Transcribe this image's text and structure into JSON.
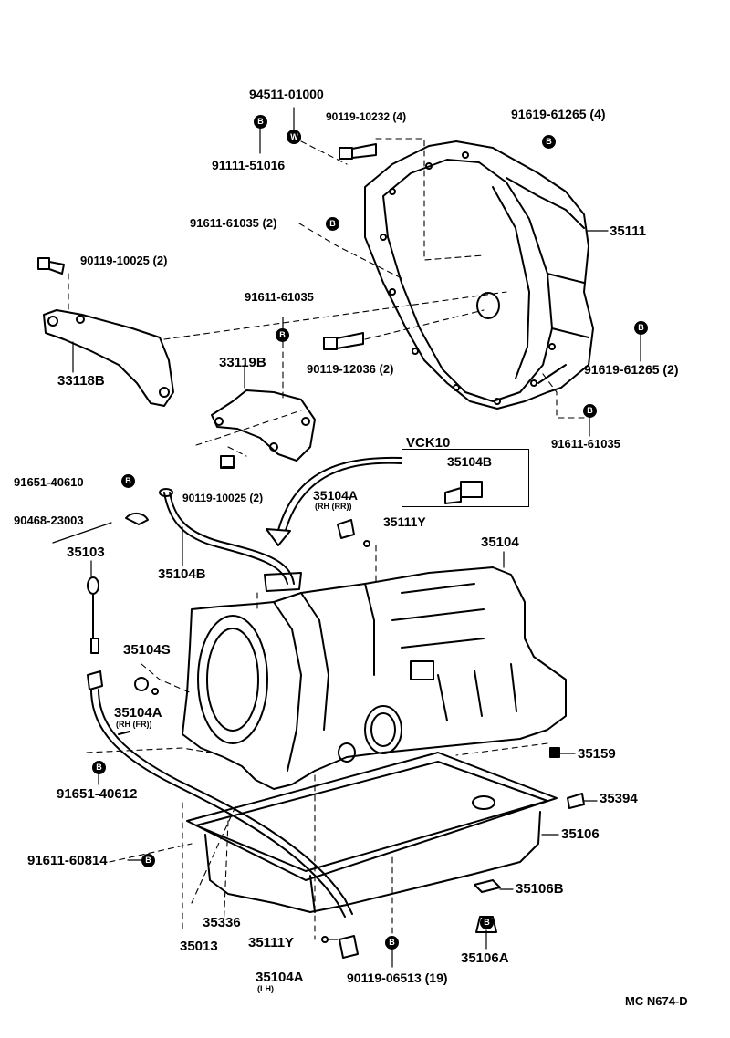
{
  "part_numbers": {
    "p94511_01000": "94511-01000",
    "p90119_10232": "90119-10232 (4)",
    "p91619_61265_4": "91619-61265 (4)",
    "p91111_51016": "91111-51016",
    "p91611_61035_2": "91611-61035 (2)",
    "p35111": "35111",
    "p90119_10025_2a": "90119-10025 (2)",
    "p91611_61035_a": "91611-61035",
    "p33118B": "33118B",
    "p33119B": "33119B",
    "p90119_12036": "90119-12036 (2)",
    "p91619_61265_2": "91619-61265 (2)",
    "p91611_61035_b": "91611-61035",
    "pVCK10": "VCK10",
    "p35104B_box": "35104B",
    "p91651_40610": "91651-40610",
    "p90119_10025_2b": "90119-10025 (2)",
    "p35104A_rr": "35104A",
    "p35104A_rr_note": "(RH (RR))",
    "p35111Y_top": "35111Y",
    "p90468_23003": "90468-23003",
    "p35104": "35104",
    "p35103": "35103",
    "p35104B": "35104B",
    "p35104S": "35104S",
    "p35104A_fr": "35104A",
    "p35104A_fr_note": "(RH (FR))",
    "p35159": "35159",
    "p91651_40612": "91651-40612",
    "p35394": "35394",
    "p35106": "35106",
    "p91611_60814": "91611-60814",
    "p35106B": "35106B",
    "p35336": "35336",
    "p35013": "35013",
    "p35111Y_bot": "35111Y",
    "p35106A": "35106A",
    "p35104A_lh": "35104A",
    "p35104A_lh_note": "(LH)",
    "p90119_06513": "90119-06513 (19)"
  },
  "marks": {
    "B": "B",
    "W": "W"
  },
  "diagram_code": "MC N674-D"
}
